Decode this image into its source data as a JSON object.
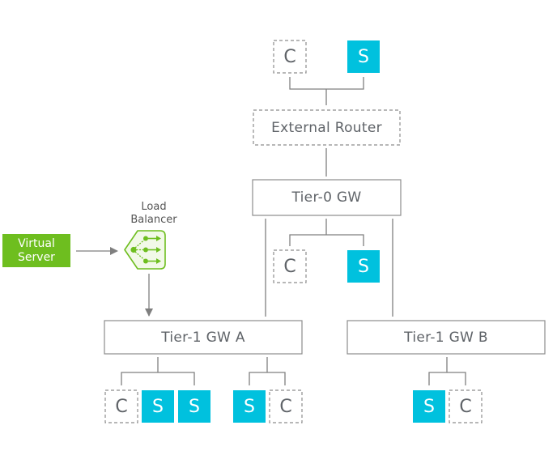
{
  "colors": {
    "server_fill": "#00c1de",
    "virtual_server_fill": "#6ebe1f",
    "load_balancer_accent": "#6ebe1f",
    "line": "#7f7f7f",
    "box_border": "#8c8c8c",
    "text": "#5f6368"
  },
  "external": {
    "client_label": "C",
    "server_label": "S",
    "router_label": "External Router"
  },
  "tier0": {
    "label": "Tier-0 GW",
    "client_label": "C",
    "server_label": "S"
  },
  "load_balancer": {
    "label_line1": "Load",
    "label_line2": "Balancer",
    "icon": "load-balancer-icon"
  },
  "virtual_server": {
    "label_line1": "Virtual",
    "label_line2": "Server"
  },
  "tier1a": {
    "label": "Tier-1 GW A",
    "group1": [
      "C",
      "S",
      "S"
    ],
    "group2": [
      "S",
      "C"
    ]
  },
  "tier1b": {
    "label": "Tier-1 GW B",
    "group1": [
      "S",
      "C"
    ]
  }
}
